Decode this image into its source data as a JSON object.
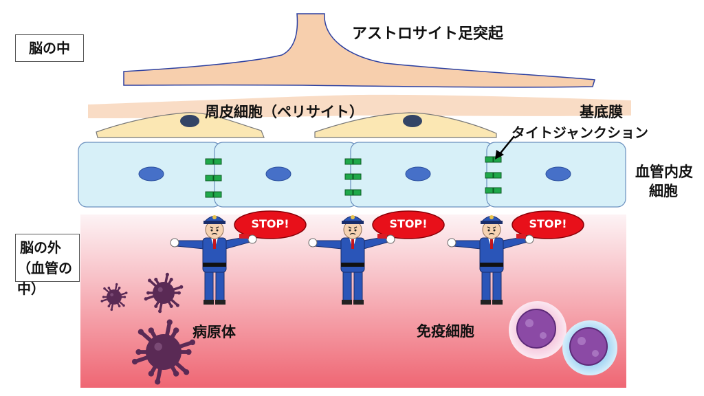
{
  "labels": {
    "brain_inside": "脳の中",
    "astrocyte": "アストロサイト足突起",
    "pericyte": "周皮細胞（ペリサイト）",
    "basement_membrane": "基底膜",
    "tight_junction": "タイトジャンクション",
    "endothelial_line1": "血管内皮",
    "endothelial_line2": "細胞",
    "brain_outside_line1": "脳の外",
    "brain_outside_line2": "（血管の中）",
    "pathogen": "病原体",
    "immune_cell": "免疫細胞"
  },
  "guards": [
    {
      "sign": "STOP!"
    },
    {
      "sign": "STOP!"
    },
    {
      "sign": "STOP!"
    }
  ],
  "colors": {
    "astrocyte_fill": "#f7cfad",
    "pericyte_fill": "#fbe7b3",
    "endothelial_fill": "#d7f0f8",
    "nucleus": "#4670c8",
    "junction": "#1fa84a",
    "blood_top": "#fbeff2",
    "blood_bottom": "#ef6a78",
    "stop_sign": "#e8101a",
    "pathogen": "#5a2a55",
    "uniform": "#2a55b8"
  }
}
